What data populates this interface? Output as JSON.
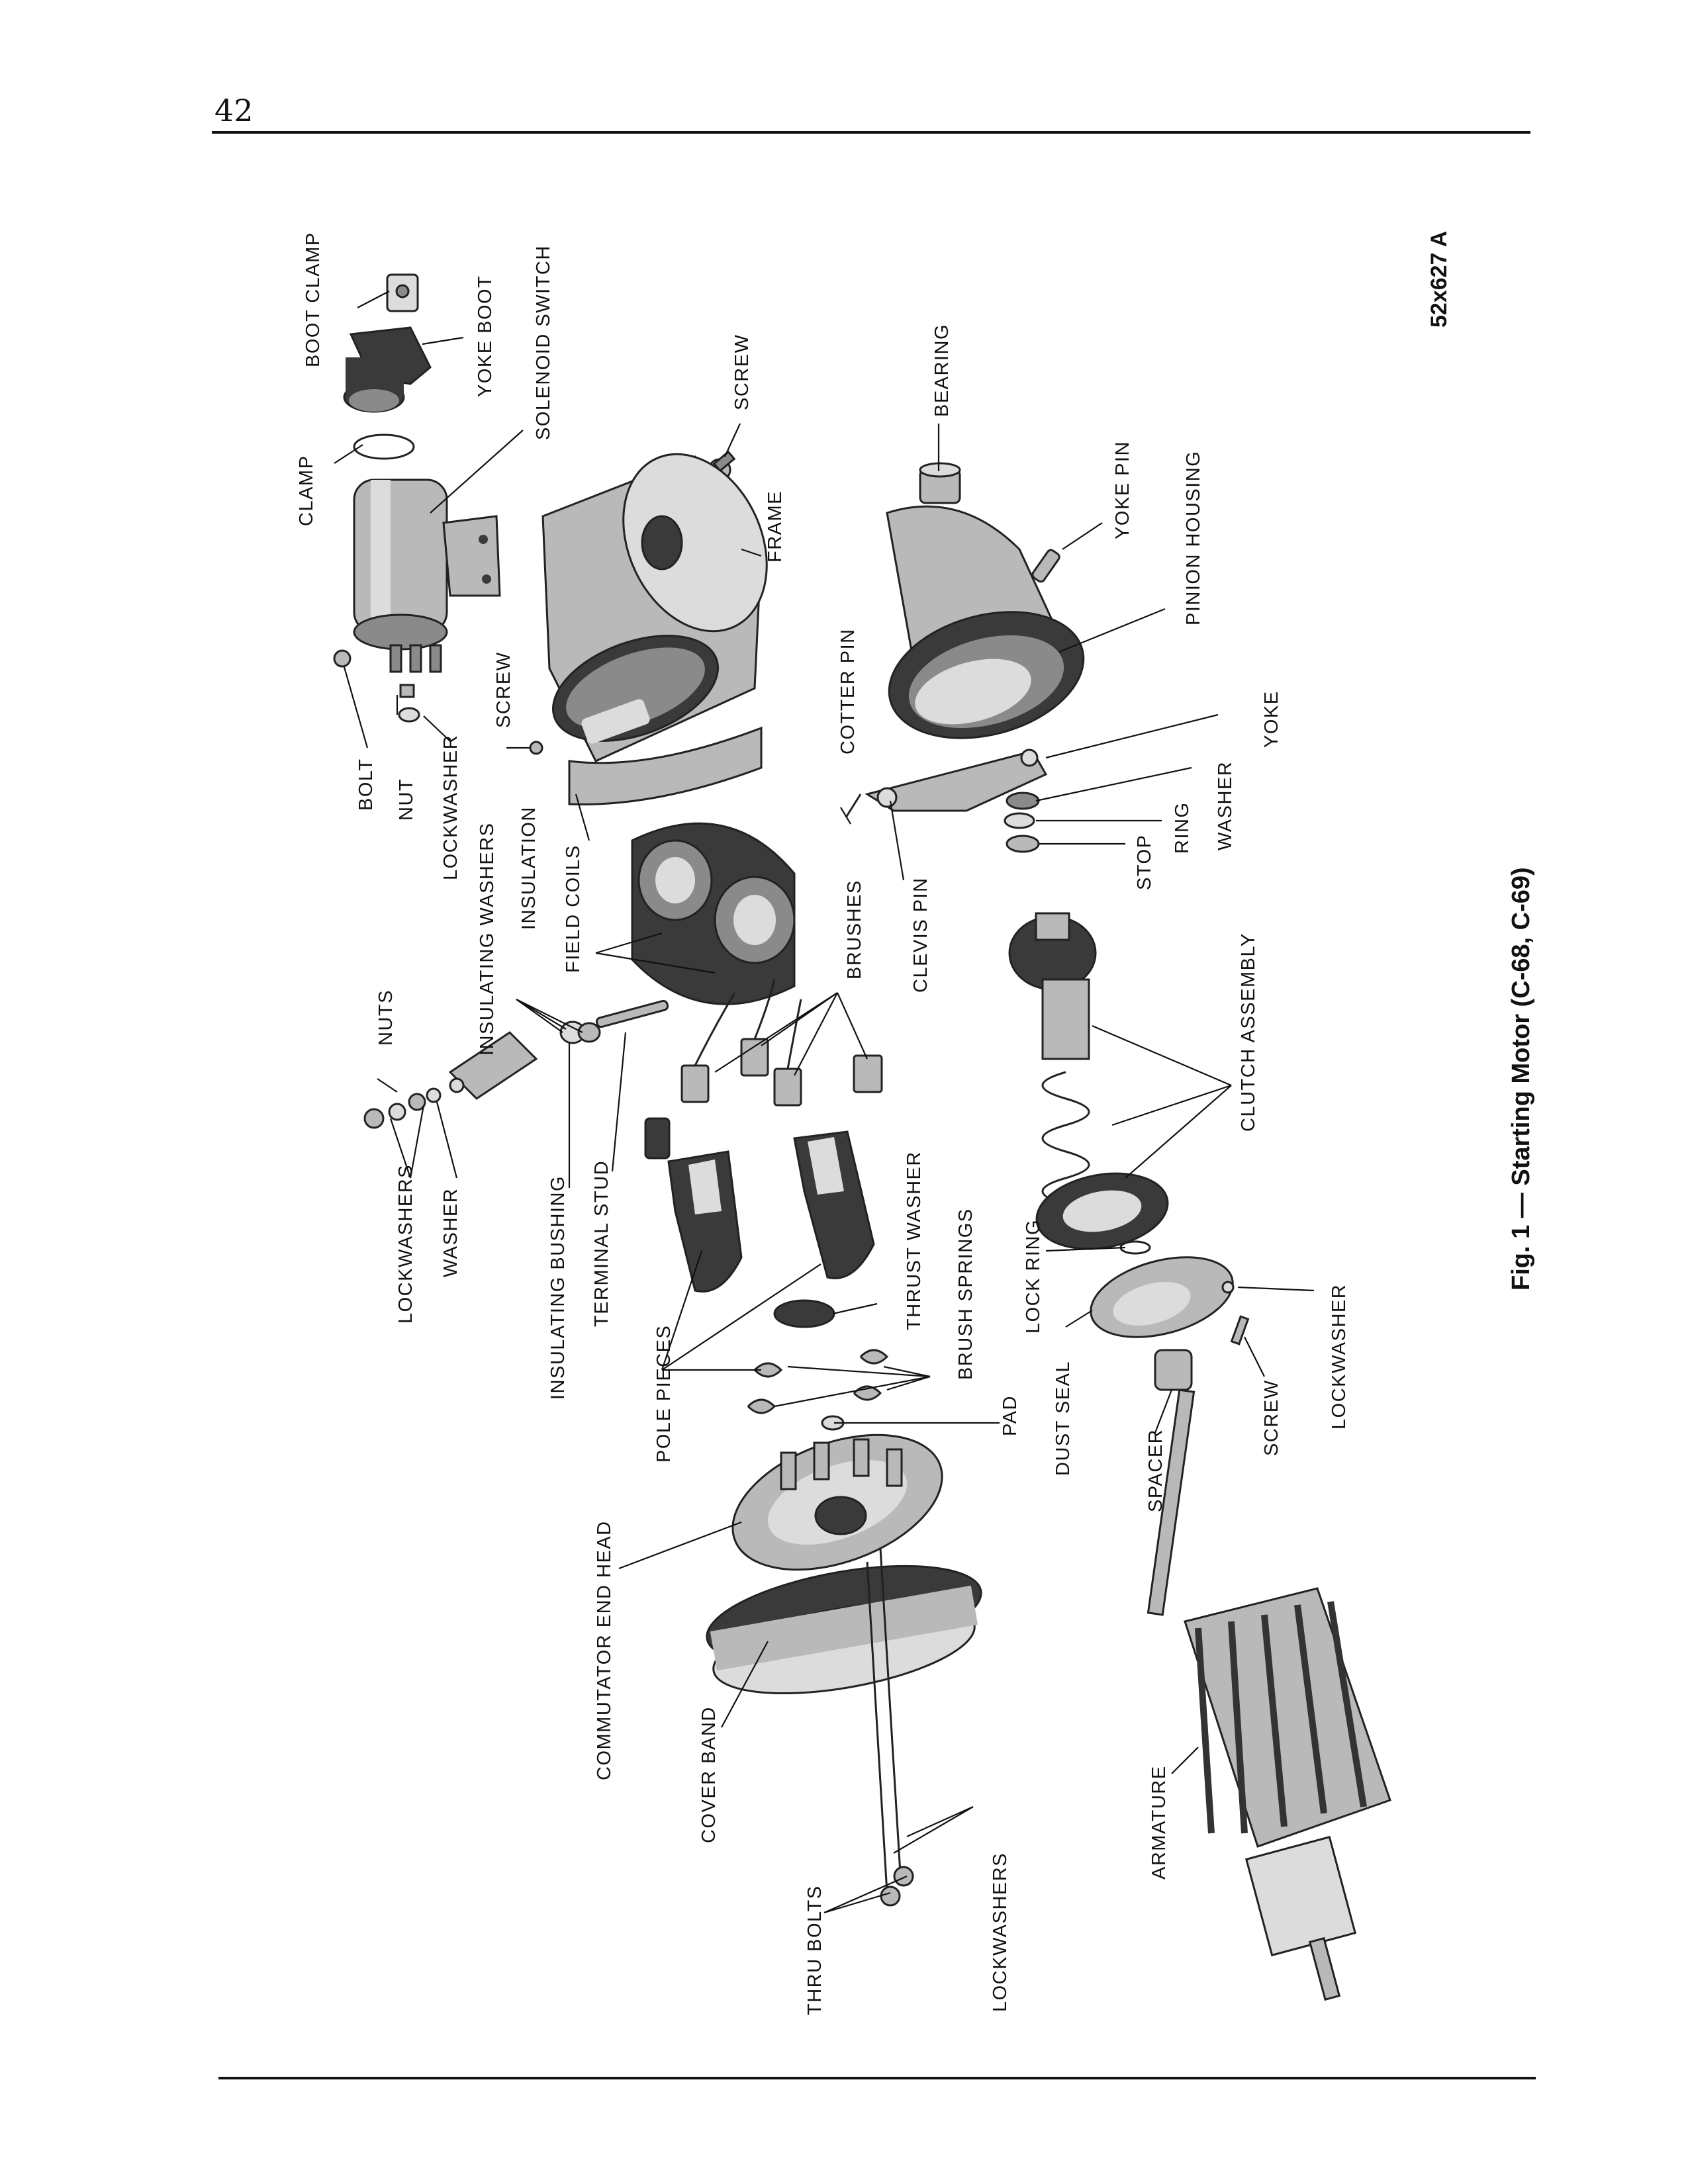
{
  "page": {
    "number": "42"
  },
  "figure": {
    "caption": "Fig. 1 — Starting Motor (C-68, C-69)",
    "figure_id": "52x627 A",
    "labels": {
      "boot_clamp": "BOOT CLAMP",
      "yoke_boot": "YOKE BOOT",
      "clamp": "CLAMP",
      "solenoid_switch": "SOLENOID SWITCH",
      "screw_top": "SCREW",
      "bearing": "BEARING",
      "frame": "FRAME",
      "yoke_pin": "YOKE PIN",
      "pinion_housing": "PINION HOUSING",
      "bolt": "BOLT",
      "nut": "NUT",
      "lockwasher_solenoid": "LOCKWASHER",
      "screw_frame": "SCREW",
      "cotter_pin": "COTTER PIN",
      "yoke": "YOKE",
      "insulation": "INSULATION",
      "washer_yoke": "WASHER",
      "ring": "RING",
      "stop": "STOP",
      "insulating_washers": "INSULATING WASHERS",
      "field_coils": "FIELD COILS",
      "clevis_pin": "CLEVIS PIN",
      "nuts": "NUTS",
      "brushes": "BRUSHES",
      "clutch_assembly": "CLUTCH ASSEMBLY",
      "lockwashers_stud": "LOCKWASHERS",
      "washer_stud": "WASHER",
      "insulating_bushing": "INSULATING BUSHING",
      "terminal_stud": "TERMINAL STUD",
      "thrust_washer": "THRUST WASHER",
      "lock_ring": "LOCK RING",
      "brush_springs": "BRUSH SPRINGS",
      "lockwasher_plate": "LOCKWASHER",
      "pole_pieces": "POLE PIECES",
      "pad": "PAD",
      "dust_seal": "DUST SEAL",
      "screw_plate": "SCREW",
      "spacer": "SPACER",
      "commutator_end_head": "COMMUTATOR END HEAD",
      "cover_band": "COVER BAND",
      "armature": "ARMATURE",
      "thru_bolts": "THRU BOLTS",
      "lockwashers_bolts": "LOCKWASHERS"
    }
  }
}
